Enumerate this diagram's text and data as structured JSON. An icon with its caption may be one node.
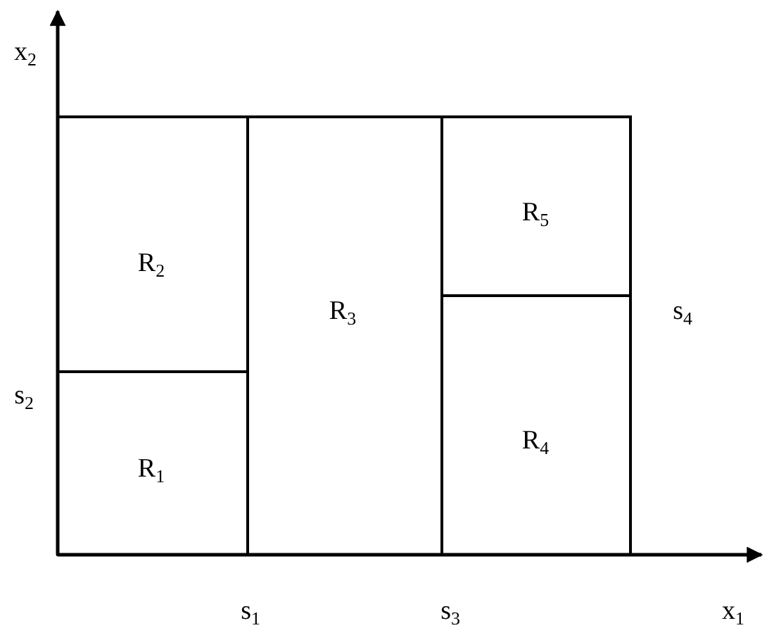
{
  "diagram": {
    "nodes": [
      {
        "text": [
          "R$_{2}$"
        ]
      },
      {
        "text": [
          "R$_{3}$"
        ]
      },
      {
        "text": [
          "R$_{5}$"
        ]
      },
      {
        "text": [
          "R$_{1}$"
        ]
      },
      {
        "text": [
          "R$_{4}$"
        ]
      }
    ],
    "labels": [
      "x$_{2}$",
      "s$_{4}$",
      "s$_{2}$",
      "s$_{1}$",
      "s$_{3}$",
      "x$_{1}$"
    ]
  }
}
